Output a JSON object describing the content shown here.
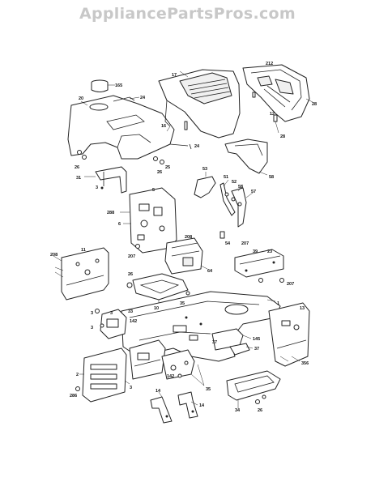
{
  "watermark": "AppliancePartsPros.com",
  "callouts": [
    {
      "id": "c-165",
      "label": "165"
    },
    {
      "id": "c-20",
      "label": "20"
    },
    {
      "id": "c-24a",
      "label": "24"
    },
    {
      "id": "c-17",
      "label": "17"
    },
    {
      "id": "c-212",
      "label": "212"
    },
    {
      "id": "c-28a",
      "label": "28"
    },
    {
      "id": "c-16",
      "label": "16"
    },
    {
      "id": "c-12",
      "label": "12"
    },
    {
      "id": "c-28b",
      "label": "28"
    },
    {
      "id": "c-24b",
      "label": "24"
    },
    {
      "id": "c-26a",
      "label": "26"
    },
    {
      "id": "c-25",
      "label": "25"
    },
    {
      "id": "c-26b",
      "label": "26"
    },
    {
      "id": "c-58",
      "label": "58"
    },
    {
      "id": "c-31",
      "label": "31"
    },
    {
      "id": "c-3a",
      "label": "3"
    },
    {
      "id": "c-53",
      "label": "53"
    },
    {
      "id": "c-51",
      "label": "51"
    },
    {
      "id": "c-52",
      "label": "52"
    },
    {
      "id": "c-55",
      "label": "55"
    },
    {
      "id": "c-57",
      "label": "57"
    },
    {
      "id": "c-5",
      "label": "5"
    },
    {
      "id": "c-288",
      "label": "288"
    },
    {
      "id": "c-6",
      "label": "6"
    },
    {
      "id": "c-208a",
      "label": "208"
    },
    {
      "id": "c-54",
      "label": "54"
    },
    {
      "id": "c-207a",
      "label": "207"
    },
    {
      "id": "c-39",
      "label": "39"
    },
    {
      "id": "c-23",
      "label": "23"
    },
    {
      "id": "c-208b",
      "label": "208"
    },
    {
      "id": "c-11",
      "label": "11"
    },
    {
      "id": "c-207b",
      "label": "207"
    },
    {
      "id": "c-64",
      "label": "64"
    },
    {
      "id": "c-207c",
      "label": "207"
    },
    {
      "id": "c-26c",
      "label": "26"
    },
    {
      "id": "c-33",
      "label": "33"
    },
    {
      "id": "c-10",
      "label": "10"
    },
    {
      "id": "c-35a",
      "label": "35"
    },
    {
      "id": "c-1",
      "label": "1"
    },
    {
      "id": "c-13",
      "label": "13"
    },
    {
      "id": "c-3b",
      "label": "3"
    },
    {
      "id": "c-3c",
      "label": "3"
    },
    {
      "id": "c-142a",
      "label": "142"
    },
    {
      "id": "c-3d",
      "label": "3"
    },
    {
      "id": "c-145",
      "label": "145"
    },
    {
      "id": "c-37a",
      "label": "37"
    },
    {
      "id": "c-37b",
      "label": "37"
    },
    {
      "id": "c-2",
      "label": "2"
    },
    {
      "id": "c-142b",
      "label": "142"
    },
    {
      "id": "c-35b",
      "label": "35"
    },
    {
      "id": "c-356",
      "label": "356"
    },
    {
      "id": "c-3e",
      "label": "3"
    },
    {
      "id": "c-286",
      "label": "286"
    },
    {
      "id": "c-14a",
      "label": "14"
    },
    {
      "id": "c-14b",
      "label": "14"
    },
    {
      "id": "c-34",
      "label": "34"
    },
    {
      "id": "c-26d",
      "label": "26"
    }
  ]
}
